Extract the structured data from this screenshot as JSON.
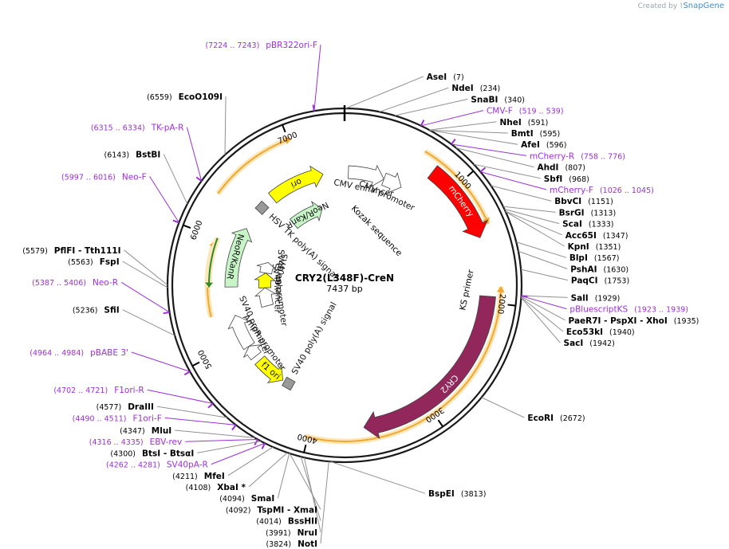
{
  "credit": {
    "prefix": "Created by",
    "brand": "SnapGene"
  },
  "plasmid": {
    "name": "CRY2(L348F)-CreN",
    "size_label": "7437 bp",
    "length": 7437
  },
  "ticks": [
    {
      "pos": 1000,
      "label": "1000"
    },
    {
      "pos": 2000,
      "label": "2000"
    },
    {
      "pos": 3000,
      "label": "3000"
    },
    {
      "pos": 4000,
      "label": "4000"
    },
    {
      "pos": 5000,
      "label": "5000"
    },
    {
      "pos": 6000,
      "label": "6000"
    },
    {
      "pos": 7000,
      "label": "7000"
    }
  ],
  "enzymes_right": [
    {
      "name": "AseI",
      "pos": "(7)",
      "site": 7
    },
    {
      "name": "NdeI",
      "pos": "(234)",
      "site": 234
    },
    {
      "name": "SnaBI",
      "pos": "(340)",
      "site": 340
    },
    {
      "name": "NheI",
      "pos": "(591)",
      "site": 591
    },
    {
      "name": "BmtI",
      "pos": "(595)",
      "site": 595
    },
    {
      "name": "AfeI",
      "pos": "(596)",
      "site": 596
    },
    {
      "name": "AhdI",
      "pos": "(807)",
      "site": 807
    },
    {
      "name": "SbfI",
      "pos": "(968)",
      "site": 968
    },
    {
      "name": "BbvCI",
      "pos": "(1151)",
      "site": 1151
    },
    {
      "name": "BsrGI",
      "pos": "(1313)",
      "site": 1313
    },
    {
      "name": "ScaI",
      "pos": "(1333)",
      "site": 1333
    },
    {
      "name": "Acc65I",
      "pos": "(1347)",
      "site": 1347
    },
    {
      "name": "KpnI",
      "pos": "(1351)",
      "site": 1351
    },
    {
      "name": "BlpI",
      "pos": "(1567)",
      "site": 1567
    },
    {
      "name": "PshAI",
      "pos": "(1630)",
      "site": 1630
    },
    {
      "name": "PaqCI",
      "pos": "(1753)",
      "site": 1753
    },
    {
      "name": "SalI",
      "pos": "(1929)",
      "site": 1929
    },
    {
      "name": "PaeR7I - PspXI - XhoI",
      "pos": "(1935)",
      "site": 1935
    },
    {
      "name": "Eco53kI",
      "pos": "(1940)",
      "site": 1940
    },
    {
      "name": "SacI",
      "pos": "(1942)",
      "site": 1942
    },
    {
      "name": "EcoRI",
      "pos": "(2672)",
      "site": 2672
    },
    {
      "name": "BspEI",
      "pos": "(3813)",
      "site": 3813
    }
  ],
  "enzymes_left": [
    {
      "name": "NotI",
      "pos": "(3824)",
      "site": 3824
    },
    {
      "name": "NruI",
      "pos": "(3991)",
      "site": 3991
    },
    {
      "name": "BssHII",
      "pos": "(4014)",
      "site": 4014
    },
    {
      "name": "TspMI - XmaI",
      "pos": "(4092)",
      "site": 4092
    },
    {
      "name": "SmaI",
      "pos": "(4094)",
      "site": 4094
    },
    {
      "name": "XbaI *",
      "pos": "(4108)",
      "site": 4108
    },
    {
      "name": "MfeI",
      "pos": "(4211)",
      "site": 4211
    },
    {
      "name": "BtsI - BtsαI",
      "pos": "(4300)",
      "site": 4300
    },
    {
      "name": "MluI",
      "pos": "(4347)",
      "site": 4347
    },
    {
      "name": "DraIII",
      "pos": "(4577)",
      "site": 4577
    },
    {
      "name": "SfiI",
      "pos": "(5236)",
      "site": 5236
    },
    {
      "name": "FspI",
      "pos": "(5563)",
      "site": 5563
    },
    {
      "name": "PflFI - Tth111I",
      "pos": "(5579)",
      "site": 5579
    },
    {
      "name": "BstBI",
      "pos": "(6143)",
      "site": 6143
    },
    {
      "name": "EcoO109I",
      "pos": "(6559)",
      "site": 6559
    }
  ],
  "primers_right": [
    {
      "name": "CMV-F",
      "pos": "(519 .. 539)",
      "site": 529
    },
    {
      "name": "mCherry-R",
      "pos": "(758 .. 776)",
      "site": 767
    },
    {
      "name": "mCherry-F",
      "pos": "(1026 .. 1045)",
      "site": 1035
    },
    {
      "name": "pBluescriptKS",
      "pos": "(1923 .. 1939)",
      "site": 1931
    }
  ],
  "primers_left": [
    {
      "name": "pBR322ori-F",
      "pos": "(7224 .. 7243)",
      "site": 7233
    },
    {
      "name": "TK-pA-R",
      "pos": "(6315 .. 6334)",
      "site": 6324
    },
    {
      "name": "Neo-F",
      "pos": "(5997 .. 6016)",
      "site": 6006
    },
    {
      "name": "Neo-R",
      "pos": "(5387 .. 5406)",
      "site": 5396
    },
    {
      "name": "pBABE 3'",
      "pos": "(4964 .. 4984)",
      "site": 4974
    },
    {
      "name": "F1ori-R",
      "pos": "(4702 .. 4721)",
      "site": 4711
    },
    {
      "name": "F1ori-F",
      "pos": "(4490 .. 4511)",
      "site": 4500
    },
    {
      "name": "EBV-rev",
      "pos": "(4316 .. 4335)",
      "site": 4325
    },
    {
      "name": "SV40pA-R",
      "pos": "(4262 .. 4281)",
      "site": 4271
    }
  ],
  "features": [
    {
      "id": "mcherry",
      "label": "mCherry",
      "start": 780,
      "end": 1460,
      "strand": 1,
      "track": 1,
      "color": "#ff0000",
      "text_color": "#ffffff",
      "label_mode": "inside"
    },
    {
      "id": "cry2",
      "label": "CRY2",
      "start": 1950,
      "end": 3560,
      "strand": 1,
      "track": 1,
      "color": "#92275b",
      "text_color": "#ffffff",
      "label_mode": "inside"
    },
    {
      "id": "cmv-enhancer",
      "label": "CMV enhancer",
      "start": 40,
      "end": 420,
      "strand": 1,
      "track": 2,
      "color": "#ffffff",
      "text_color": "#111111",
      "label_mode": "outside"
    },
    {
      "id": "cmv-promoter",
      "label": "CMV promoter",
      "start": 420,
      "end": 620,
      "strand": 1,
      "track": 2,
      "color": "#ffffff",
      "text_color": "#111111",
      "label_mode": "outside"
    },
    {
      "id": "ori",
      "label": "ori",
      "start": 6620,
      "end": 7210,
      "strand": 1,
      "track": 2,
      "color": "#ffff00",
      "text_color": "#111111",
      "label_mode": "inside"
    },
    {
      "id": "neor-kanr-1",
      "label": "NeoR/KanR",
      "start": 5560,
      "end": 6200,
      "strand": 1,
      "track": 2,
      "color": "#c8f5c8",
      "text_color": "#111111",
      "label_mode": "inside"
    },
    {
      "id": "f1-ori",
      "label": "f1 ori",
      "start": 4400,
      "end": 4720,
      "strand": -1,
      "track": 2,
      "color": "#ffff00",
      "text_color": "#111111",
      "label_mode": "inside"
    },
    {
      "id": "ampr-promoter",
      "label": "AmpR promoter",
      "start": 4780,
      "end": 4905,
      "strand": 1,
      "track": 2,
      "color": "#ffffff",
      "text_color": "#111111",
      "label_mode": "outside"
    },
    {
      "id": "sv40-promoter-1",
      "label": "SV40 promoter",
      "start": 4905,
      "end": 5260,
      "strand": 1,
      "track": 2,
      "color": "#ffffff",
      "text_color": "#111111",
      "label_mode": "outside"
    },
    {
      "id": "neor-kanr-2",
      "label": "NeoR/KanR",
      "start": 6620,
      "end": 7100,
      "strand": 1,
      "track": 3,
      "color": "#c8f5c8",
      "text_color": "#111111",
      "label_mode": "inside"
    },
    {
      "id": "sv40-ori",
      "label": "SV40 ori",
      "start": 5760,
      "end": 5920,
      "strand": 1,
      "track": 3,
      "color": "#ffffff",
      "text_color": "#111111",
      "label_mode": "outside"
    },
    {
      "id": "sv40-enhancer",
      "label": "SV40 enhancer",
      "start": 5540,
      "end": 5760,
      "strand": 1,
      "track": 3,
      "color": "#ffff00",
      "text_color": "#111111",
      "label_mode": "outside"
    },
    {
      "id": "sv40-promoter-2",
      "label": "SV40 promoter",
      "start": 5270,
      "end": 5540,
      "strand": 1,
      "track": 3,
      "color": "#ffffff",
      "text_color": "#111111",
      "label_mode": "outside"
    }
  ],
  "small_features": [
    {
      "id": "hsv-tk-polya",
      "label": "HSV TK poly(A) signal",
      "pos": 6470,
      "color": "#999999"
    },
    {
      "id": "sv40-polya",
      "label": "SV40 poly(A) signal",
      "pos": 4330,
      "color": "#999999"
    }
  ],
  "orfs": [
    {
      "id": "orf-1",
      "start": 640,
      "end": 1380,
      "strand": 1,
      "color": "#f0a830"
    },
    {
      "id": "orf-2",
      "start": 1870,
      "end": 4020,
      "strand": -1,
      "color": "#f0a830"
    },
    {
      "id": "orf-3",
      "start": 6320,
      "end": 7020,
      "strand": 1,
      "color": "#f0a830"
    },
    {
      "id": "orf-4",
      "start": 5300,
      "end": 5960,
      "strand": 1,
      "color": "#f0a830"
    },
    {
      "id": "orf-5",
      "start": 5560,
      "end": 6000,
      "strand": -1,
      "color": "#2a8a2a"
    }
  ],
  "site_labels": [
    {
      "id": "kozak",
      "label": "Kozak sequence"
    },
    {
      "id": "ks-primer",
      "label": "KS primer"
    }
  ]
}
